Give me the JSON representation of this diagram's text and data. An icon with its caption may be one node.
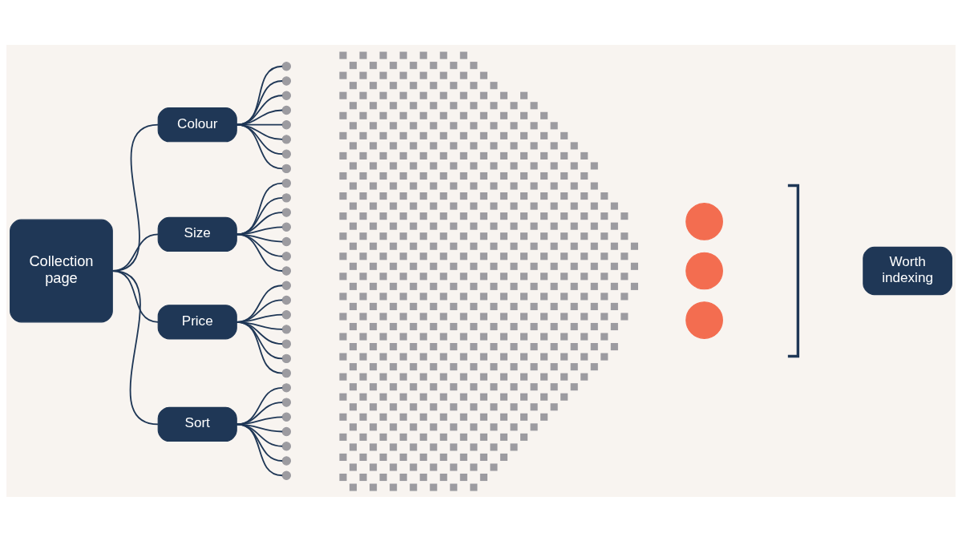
{
  "diagram": {
    "nodes": [
      {
        "text": [
          "Collection page"
        ]
      },
      {
        "text": [
          "Colour"
        ]
      },
      {
        "text": [
          "Size"
        ]
      },
      {
        "text": [
          "Price"
        ]
      },
      {
        "text": [
          "Sort"
        ]
      },
      {
        "text": [],
        "shape": "circle"
      },
      {
        "text": [],
        "shape": "circle"
      },
      {
        "text": [],
        "shape": "circle"
      },
      {
        "text": [],
        "shape": "circle"
      },
      {
        "text": [],
        "shape": "circle"
      },
      {
        "text": [],
        "shape": "circle"
      },
      {
        "text": [],
        "shape": "circle"
      },
      {
        "text": [],
        "shape": "circle"
      },
      {
        "text": [],
        "shape": "circle"
      },
      {
        "text": [],
        "shape": "circle"
      },
      {
        "text": [],
        "shape": "circle"
      },
      {
        "text": [],
        "shape": "circle"
      },
      {
        "text": [],
        "shape": "circle"
      },
      {
        "text": [],
        "shape": "circle"
      },
      {
        "text": [],
        "shape": "circle"
      },
      {
        "text": [],
        "shape": "circle"
      },
      {
        "text": [],
        "shape": "circle"
      },
      {
        "text": [],
        "shape": "circle"
      },
      {
        "text": [],
        "shape": "circle"
      },
      {
        "text": [],
        "shape": "circle"
      },
      {
        "text": [],
        "shape": "circle"
      },
      {
        "text": [],
        "shape": "circle"
      },
      {
        "text": [],
        "shape": "circle"
      },
      {
        "text": [],
        "shape": "circle"
      },
      {
        "text": [],
        "shape": "circle"
      },
      {
        "text": [],
        "shape": "circle"
      },
      {
        "text": [],
        "shape": "circle"
      },
      {
        "text": [],
        "shape": "circle"
      },
      {
        "text": [],
        "shape": "circle"
      },
      {
        "text": [],
        "shape": "picture"
      },
      {
        "text": [],
        "shape": "circle"
      },
      {
        "text": [],
        "shape": "circle"
      },
      {
        "text": [],
        "shape": "circle"
      },
      {
        "text": [
          "Worth indexing"
        ]
      }
    ],
    "edges": [
      {
        "from": 0,
        "to": 1,
        "arrow": "none"
      },
      {
        "from": 0,
        "to": 2,
        "arrow": "none"
      },
      {
        "from": 0,
        "to": 3,
        "arrow": "none"
      },
      {
        "from": 0,
        "to": 4,
        "arrow": "none"
      },
      {
        "from": 1,
        "to": 5,
        "arrow": "none"
      },
      {
        "from": 1,
        "to": 6,
        "arrow": "none"
      },
      {
        "from": 1,
        "to": 7,
        "arrow": "none"
      },
      {
        "from": 1,
        "to": 8,
        "arrow": "none"
      },
      {
        "from": 1,
        "to": 9,
        "arrow": "none"
      },
      {
        "from": 1,
        "to": 10,
        "arrow": "none"
      },
      {
        "from": 1,
        "to": 11,
        "arrow": "none"
      },
      {
        "from": 1,
        "to": 12,
        "arrow": "none"
      },
      {
        "from": 2,
        "to": 13,
        "arrow": "none"
      },
      {
        "from": 2,
        "to": 14,
        "arrow": "none"
      },
      {
        "from": 2,
        "to": 15,
        "arrow": "none"
      },
      {
        "from": 2,
        "to": 16,
        "arrow": "none"
      },
      {
        "from": 2,
        "to": 17,
        "arrow": "none"
      },
      {
        "from": 2,
        "to": 18,
        "arrow": "none"
      },
      {
        "from": 2,
        "to": 19,
        "arrow": "none"
      },
      {
        "from": 3,
        "to": 20,
        "arrow": "none"
      },
      {
        "from": 3,
        "to": 21,
        "arrow": "none"
      },
      {
        "from": 3,
        "to": 22,
        "arrow": "none"
      },
      {
        "from": 3,
        "to": 23,
        "arrow": "none"
      },
      {
        "from": 3,
        "to": 24,
        "arrow": "none"
      },
      {
        "from": 3,
        "to": 25,
        "arrow": "none"
      },
      {
        "from": 3,
        "to": 26,
        "arrow": "none"
      },
      {
        "from": 4,
        "to": 27,
        "arrow": "none"
      },
      {
        "from": 4,
        "to": 28,
        "arrow": "none"
      },
      {
        "from": 4,
        "to": 29,
        "arrow": "none"
      },
      {
        "from": 4,
        "to": 30,
        "arrow": "none"
      },
      {
        "from": 4,
        "to": 31,
        "arrow": "none"
      },
      {
        "from": 4,
        "to": 32,
        "arrow": "none"
      },
      {
        "from": 4,
        "to": 33,
        "arrow": "none"
      }
    ]
  }
}
